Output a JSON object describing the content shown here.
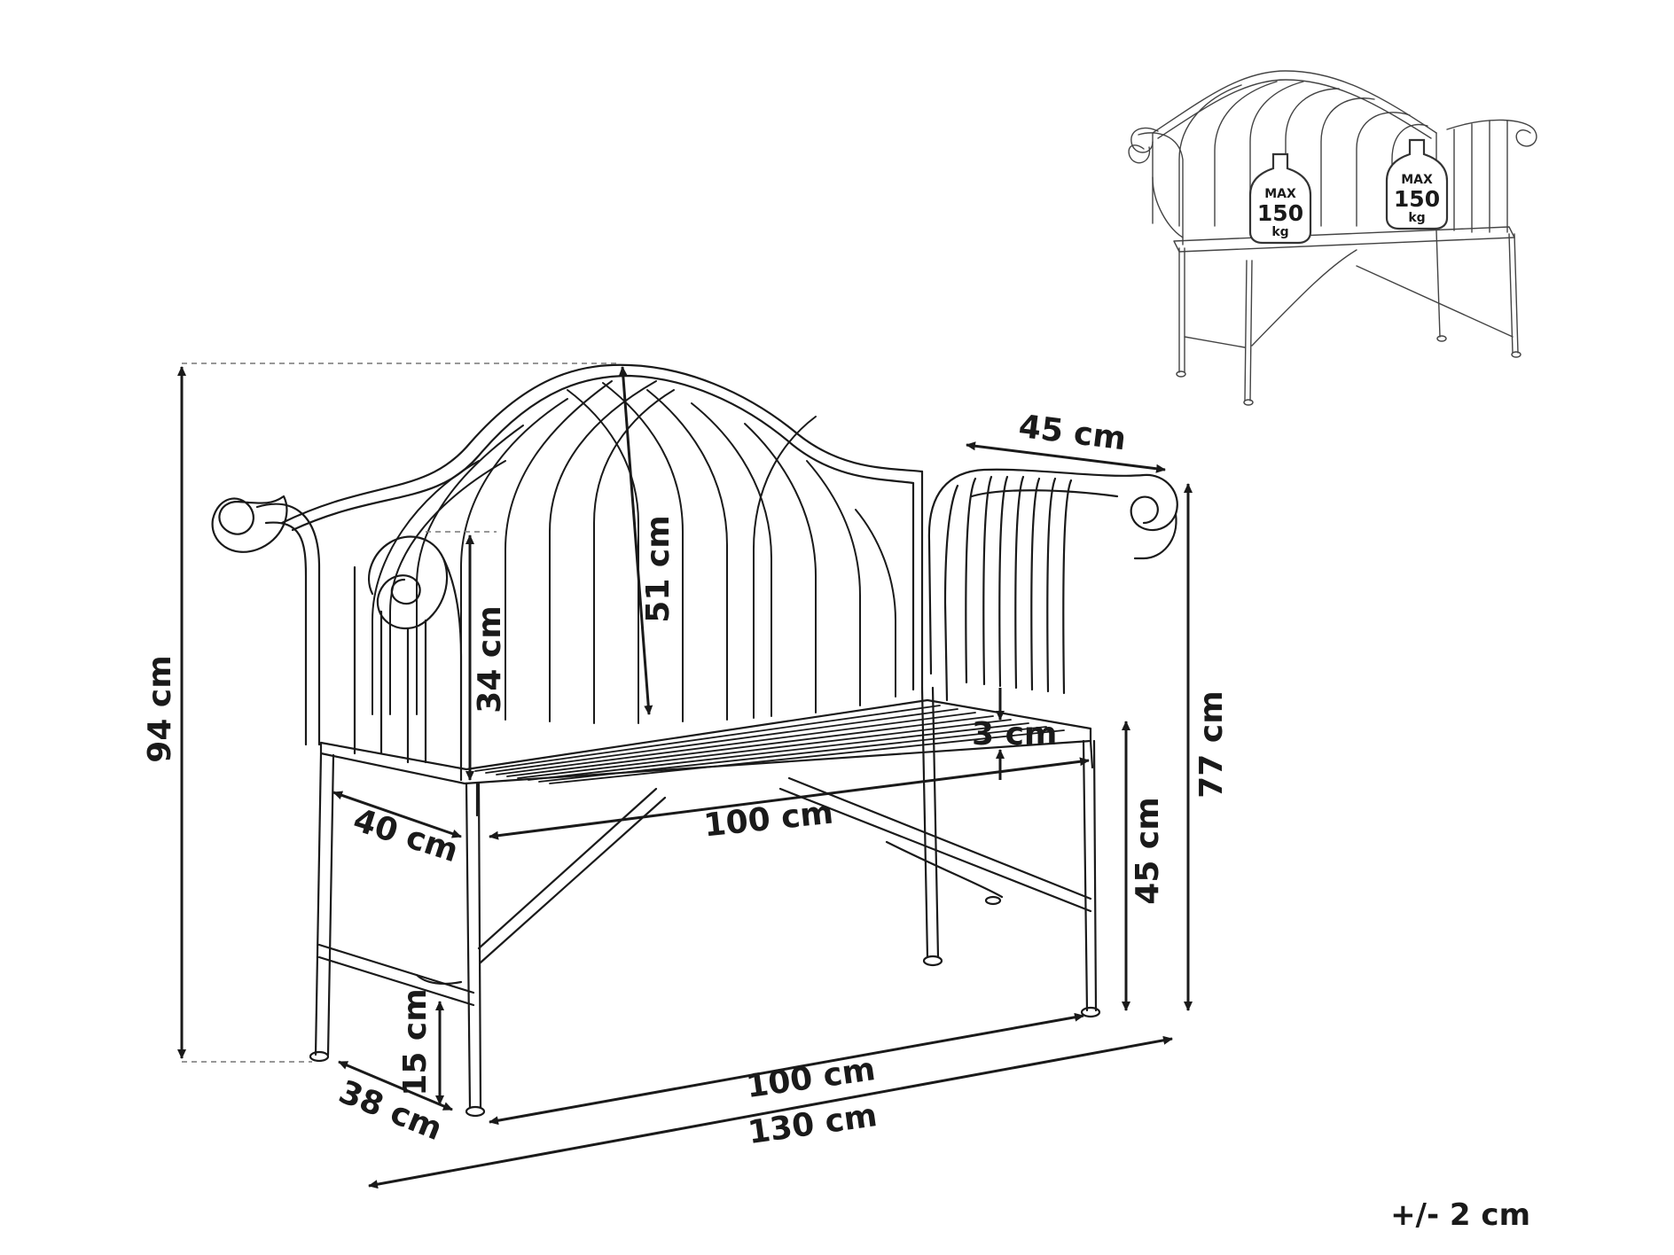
{
  "dimensions": {
    "total_height": "94 cm",
    "backrest_height": "51 cm",
    "back_above_seat": "34 cm",
    "seat_thickness": "3 cm",
    "armrest_depth": "45 cm",
    "arm_height": "77 cm",
    "seat_height": "45 cm",
    "seat_depth": "40 cm",
    "seat_width": "100 cm",
    "frame_width": "100 cm",
    "total_width": "130 cm",
    "foot_depth": "38 cm",
    "lower_bar_height": "15 cm"
  },
  "tolerance": "+/- 2 cm",
  "load_badges": [
    {
      "max": "MAX",
      "value": "150",
      "unit": "kg"
    },
    {
      "max": "MAX",
      "value": "150",
      "unit": "kg"
    }
  ]
}
